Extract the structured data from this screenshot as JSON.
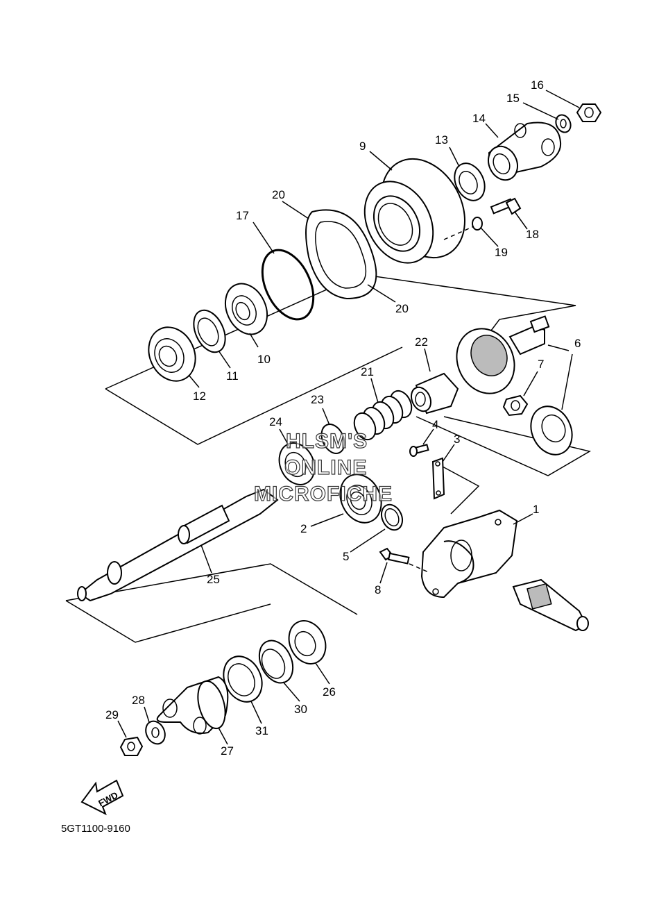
{
  "diagram": {
    "callouts": [
      "1",
      "2",
      "3",
      "4",
      "5",
      "6",
      "7",
      "8",
      "9",
      "10",
      "11",
      "12",
      "13",
      "14",
      "15",
      "16",
      "17",
      "18",
      "19",
      "20",
      "20",
      "21",
      "22",
      "23",
      "24",
      "25",
      "26",
      "27",
      "28",
      "29",
      "30",
      "31"
    ],
    "watermark": [
      "HLSM'S",
      "ONLINE",
      "MICROFICHE"
    ],
    "direction_arrow_label": "FWD",
    "drawing_code": "5GT1100-9160"
  }
}
